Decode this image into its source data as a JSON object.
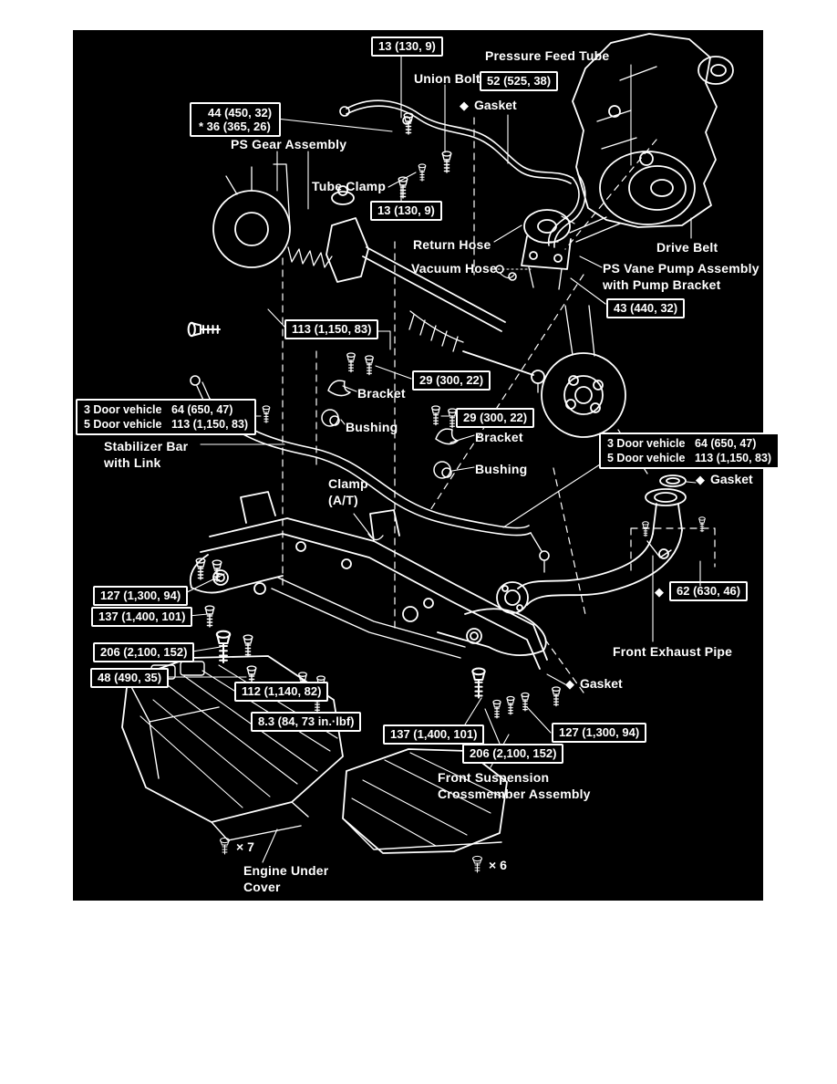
{
  "colors": {
    "background": "#ffffff",
    "canvas": "#000000",
    "ink": "#ffffff"
  },
  "glyphs": {
    "diamond": "◆"
  },
  "labels": {
    "pressure_feed_tube": "Pressure Feed Tube",
    "union_bolt": "Union Bolt",
    "gasket": "Gasket",
    "ps_gear_assembly": "PS Gear Assembly",
    "tube_clamp": "Tube Clamp",
    "return_hose": "Return Hose",
    "vacuum_hose": "Vacuum Hose",
    "drive_belt": "Drive Belt",
    "ps_vane_pump": "PS Vane Pump Assembly\nwith Pump Bracket",
    "bracket": "Bracket",
    "bushing": "Bushing",
    "stabilizer_bar": "Stabilizer Bar\nwith Link",
    "clamp_at": "Clamp\n(A/T)",
    "front_exhaust_pipe": "Front Exhaust Pipe",
    "front_suspension": "Front Suspension\nCrossmember Assembly",
    "engine_under_cover": "Engine Under\nCover",
    "x7": "× 7",
    "x6": "× 6"
  },
  "torques": {
    "t13": "13 (130, 9)",
    "t52": "52 (525, 38)",
    "t43": "43 (440, 32)",
    "t113": "113 (1,150, 83)",
    "t29": "29 (300, 22)",
    "t62": "62 (630, 46)",
    "t127": "127 (1,300, 94)",
    "t137": "137 (1,400, 101)",
    "t206": "206 (2,100, 152)",
    "t48": "48 (490, 35)",
    "t112": "112 (1,140, 82)",
    "t83": "8.3 (84, 73 in.·lbf)"
  },
  "spec_box": {
    "line1": "44 (450, 32)",
    "line2": "* 36 (365, 26)"
  },
  "vehicle_spec": {
    "rows": [
      {
        "name": "3 Door vehicle",
        "value": "64 (650, 47)"
      },
      {
        "name": "5 Door vehicle",
        "value": "113 (1,150, 83)"
      }
    ]
  }
}
